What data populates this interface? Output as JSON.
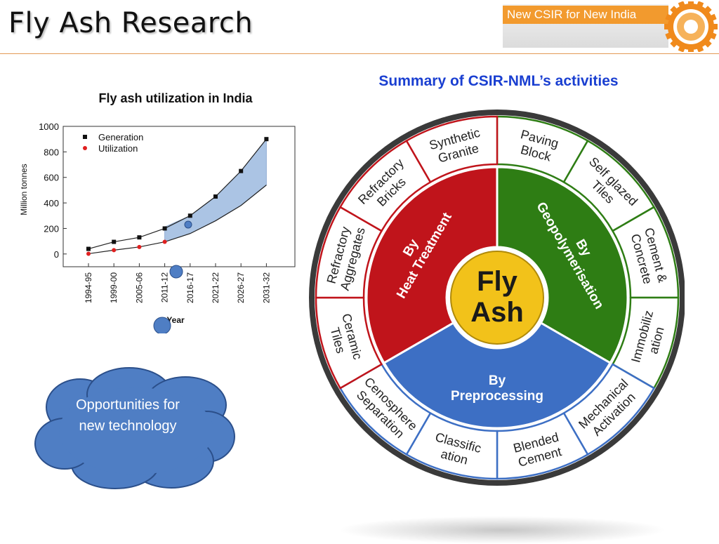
{
  "slide": {
    "title": "Fly Ash Research",
    "brand": "New CSIR for New India",
    "summary_title": "Summary of CSIR-NML’s activities",
    "cloud_text": "Opportunities for new technology"
  },
  "chart_data": {
    "type": "scatter",
    "title": "Fly ash utilization in India",
    "xlabel": "Year",
    "ylabel": "Million tonnes",
    "categories": [
      "1994-95",
      "1999-00",
      "2005-06",
      "2011-12",
      "2016-17",
      "2021-22",
      "2026-27",
      "2031-32"
    ],
    "yticks": [
      "0",
      "200",
      "400",
      "600",
      "800",
      "1000"
    ],
    "ylim": [
      -100,
      1000
    ],
    "legend_placement": "top-left",
    "series": [
      {
        "name": "Generation",
        "color": "#111111",
        "marker": "square",
        "values": [
          40,
          95,
          130,
          200,
          300,
          450,
          650,
          900
        ]
      },
      {
        "name": "Utilization",
        "color": "#e02020",
        "marker": "circle",
        "values": [
          2,
          30,
          55,
          95,
          null,
          null,
          null,
          null
        ]
      }
    ]
  },
  "wheel": {
    "center_line1": "Fly",
    "center_line2": "Ash",
    "colors": {
      "heat": "#c0141b",
      "geo": "#2e7d14",
      "pre": "#3d6fc4",
      "center": "#f2c21a"
    },
    "sectors": {
      "heat": {
        "line1": "By",
        "line2": "Heat Treatment"
      },
      "geo": {
        "line1": "By",
        "line2": "Geopolymerisation"
      },
      "pre": {
        "line1": "By",
        "line2": "Preprocessing"
      }
    },
    "outer": [
      {
        "l1": "Paving",
        "l2": "Block"
      },
      {
        "l1": "Self glazed",
        "l2": "Tiles"
      },
      {
        "l1": "Cement &",
        "l2": "Concrete"
      },
      {
        "l1": "Immobiliz",
        "l2": "ation"
      },
      {
        "l1": "Mechanical",
        "l2": "Activation"
      },
      {
        "l1": "Blended",
        "l2": "Cement"
      },
      {
        "l1": "Classific",
        "l2": "ation"
      },
      {
        "l1": "Cenosphere",
        "l2": "Separation"
      },
      {
        "l1": "Ceramic",
        "l2": "Tiles"
      },
      {
        "l1": "Refractory",
        "l2": "Aggregates"
      },
      {
        "l1": "Refractory",
        "l2": "Bricks"
      },
      {
        "l1": "Synthetic",
        "l2": "Granite"
      }
    ]
  }
}
